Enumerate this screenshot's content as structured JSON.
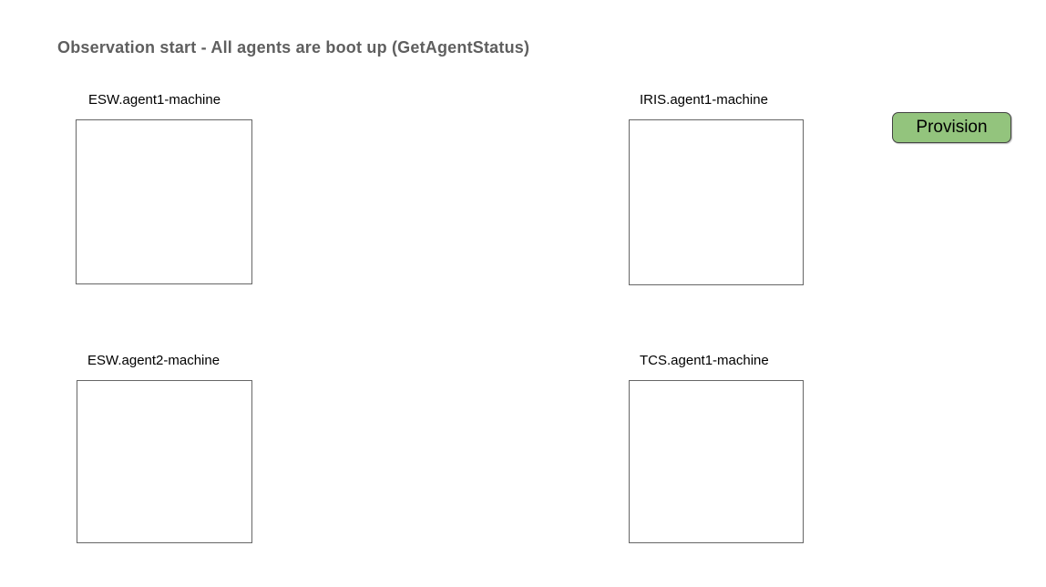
{
  "header": {
    "title": "Observation start - All agents are boot up (GetAgentStatus)"
  },
  "machines": [
    {
      "id": "esw-agent1",
      "label": "ESW.agent1-machine"
    },
    {
      "id": "iris-agent1",
      "label": "IRIS.agent1-machine"
    },
    {
      "id": "esw-agent2",
      "label": "ESW.agent2-machine"
    },
    {
      "id": "tcs-agent1",
      "label": "TCS.agent1-machine"
    }
  ],
  "toolbar": {
    "provision_label": "Provision"
  },
  "colors": {
    "background": "#ffffff",
    "title_text": "#5f5f5f",
    "machine_label_text": "#000000",
    "machine_box_border": "#666666",
    "machine_box_fill": "#ffffff",
    "provision_fill": "#93c47d",
    "provision_border": "#434343",
    "provision_text": "#000000"
  }
}
